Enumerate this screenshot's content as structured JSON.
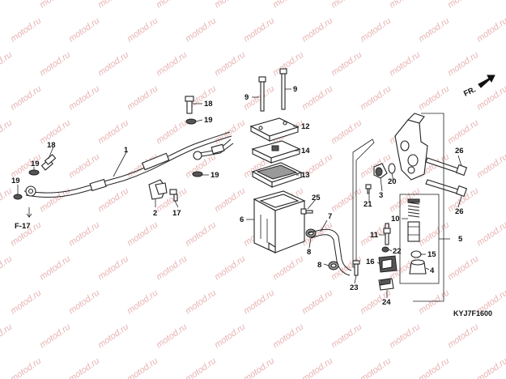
{
  "watermark": "motod.ru",
  "direction_label": "FR.",
  "reference_label": "F-17",
  "diagram_code": "KYJ7F1600",
  "callouts": [
    "1",
    "2",
    "3",
    "4",
    "5",
    "6",
    "7",
    "8",
    "9",
    "10",
    "11",
    "12",
    "13",
    "14",
    "15",
    "16",
    "17",
    "18",
    "19",
    "20",
    "21",
    "22",
    "23",
    "24",
    "25",
    "26"
  ],
  "colors": {
    "watermark": "#e8b3b3",
    "ink": "#222222"
  }
}
